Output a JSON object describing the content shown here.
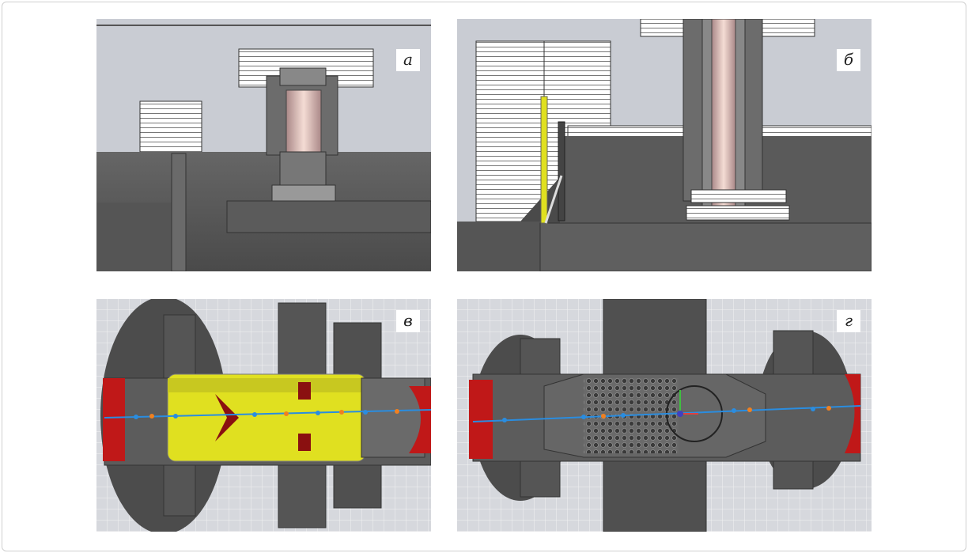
{
  "panels": [
    {
      "label": "а"
    },
    {
      "label": "б"
    },
    {
      "label": "в"
    },
    {
      "label": "г"
    }
  ],
  "colors": {
    "background": "#c9ccd3",
    "body": "#5a5a5a",
    "body_dark": "#3f3f3f",
    "pin": "#e6c9c0",
    "dielectric": "#e0e020",
    "port": "#c01818",
    "axis": "#2a8de0",
    "marker": "#f08020"
  }
}
